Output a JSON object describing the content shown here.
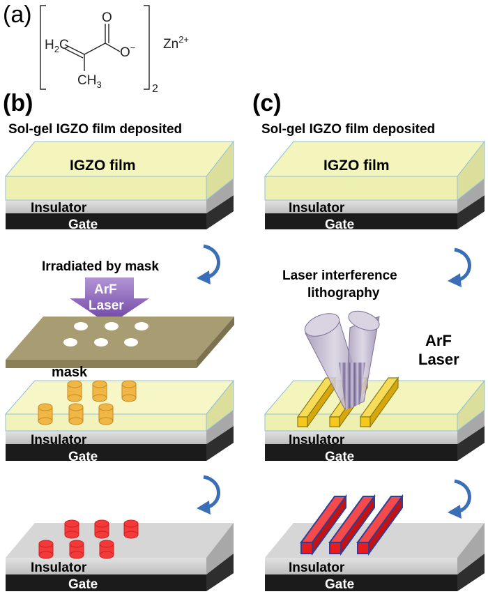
{
  "panel_labels": {
    "a": "(a)",
    "b": "(b)",
    "c": "(c)"
  },
  "molecule": {
    "h2c": "H",
    "h2c_sub": "2",
    "h2c_c": "C",
    "carbonyl_o": "O",
    "anion_o": "O",
    "minus": "−",
    "ch3_c": "CH",
    "ch3_sub": "3",
    "bracket_sub": "2",
    "zn": "Zn",
    "zn_charge": "2+"
  },
  "panel_b": {
    "caption": "Sol-gel IGZO film deposited",
    "film_label": "IGZO film",
    "insulator_label": "Insulator",
    "gate_label": "Gate",
    "step2_caption": "Irradiated by mask",
    "laser_label_1": "ArF",
    "laser_label_2": "Laser",
    "mask_label": "mask"
  },
  "panel_c": {
    "caption": "Sol-gel IGZO film deposited",
    "film_label": "IGZO film",
    "insulator_label": "Insulator",
    "gate_label": "Gate",
    "step2_caption_1": "Laser interference",
    "step2_caption_2": "lithography",
    "laser_label_1": "ArF",
    "laser_label_2": "Laser"
  },
  "colors": {
    "film": "#f3f4b8",
    "film_edge": "#7fb4d6",
    "insulator": "#c8c8c8",
    "gate": "#1c1c1c",
    "arrow": "#3a6fb7",
    "laser_arrow": "#8a62b8",
    "mask": "#a59a70",
    "pillar_orange": "#f0b646",
    "pillar_red": "#f23a3a",
    "bar_yellow": "#f5c81b",
    "beam": "#b3a8c4"
  }
}
